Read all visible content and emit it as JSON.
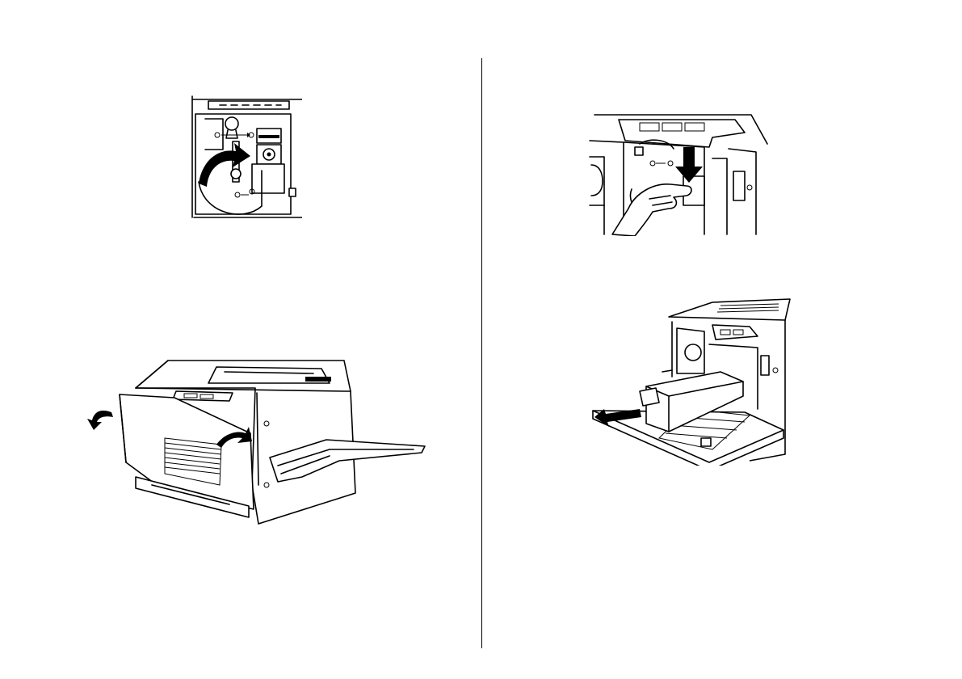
{
  "page": {
    "background": "#ffffff",
    "ink": "#000000"
  },
  "figures": [
    {
      "name": "rotate-lever-figure",
      "icon": "curved-arrow-icon"
    },
    {
      "name": "press-release-figure",
      "icon": "down-arrow-icon"
    },
    {
      "name": "open-front-cover-figure",
      "icon": "curved-arrow-icon"
    },
    {
      "name": "pull-out-cartridge-figure",
      "icon": "left-arrow-icon"
    }
  ]
}
